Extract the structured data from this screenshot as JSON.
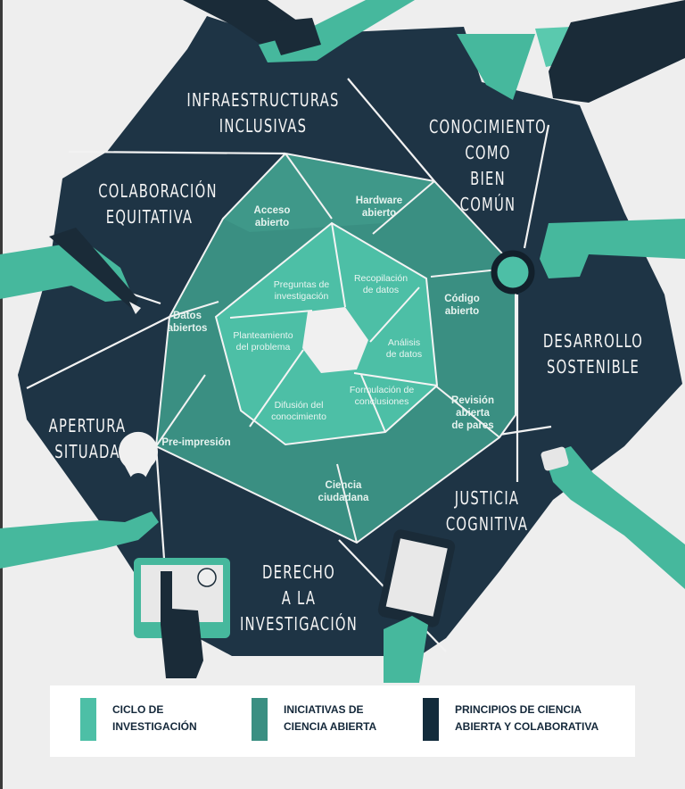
{
  "colors": {
    "background": "#eeeeee",
    "principles": "#1e3445",
    "initiatives": "#3a8f82",
    "cycle": "#4dbfa6",
    "center": "#f0f0f0",
    "lines": "#f4f4f4",
    "hands_teal": "#46b89d",
    "hands_dark": "#1a2b38"
  },
  "principles": {
    "infraestructuras": [
      "INFRAESTRUCTURAS",
      "INCLUSIVAS"
    ],
    "conocimiento": [
      "CONOCIMIENTO",
      "COMO",
      "BIEN",
      "COMÚN"
    ],
    "colaboracion": [
      "COLABORACIÓN",
      "EQUITATIVA"
    ],
    "desarrollo": [
      "DESARROLLO",
      "SOSTENIBLE"
    ],
    "apertura": [
      "APERTURA",
      "SITUADA"
    ],
    "justicia": [
      "JUSTICIA",
      "COGNITIVA"
    ],
    "derecho": [
      "DERECHO",
      "A LA",
      "INVESTIGACIÓN"
    ]
  },
  "initiatives": {
    "acceso": [
      "Acceso",
      "abierto"
    ],
    "hardware": [
      "Hardware",
      "abierto"
    ],
    "codigo": [
      "Código",
      "abierto"
    ],
    "revision": [
      "Revisión",
      "abierta",
      "de pares"
    ],
    "ciencia": [
      "Ciencia",
      "ciudadana"
    ],
    "preimpresion": [
      "Pre-impresión"
    ],
    "datos": [
      "Datos",
      "abiertos"
    ]
  },
  "cycle": {
    "preguntas": [
      "Preguntas de",
      "investigación"
    ],
    "recopilacion": [
      "Recopilación",
      "de datos"
    ],
    "analisis": [
      "Análisis",
      "de datos"
    ],
    "formulacion": [
      "Formulación de",
      "conclusiones"
    ],
    "difusion": [
      "Difusión del",
      "conocimiento"
    ],
    "planteamiento": [
      "Planteamiento",
      "del problema"
    ]
  },
  "legend": [
    {
      "lines": [
        "CICLO DE",
        "INVESTIGACIÓN"
      ],
      "color": "#4dbfa6"
    },
    {
      "lines": [
        "INICIATIVAS DE",
        "CIENCIA ABIERTA"
      ],
      "color": "#3a8f82"
    },
    {
      "lines": [
        "PRINCIPIOS DE CIENCIA",
        "ABIERTA Y COLABORATIVA"
      ],
      "color": "#122b3b"
    }
  ]
}
